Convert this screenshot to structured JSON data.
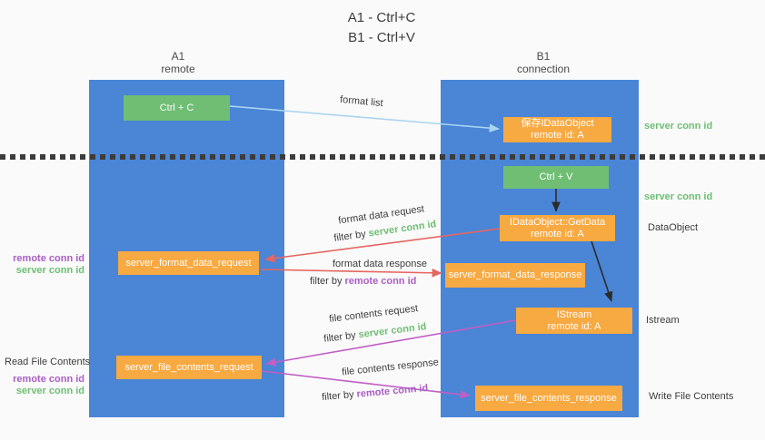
{
  "title": {
    "line1": "A1 - Ctrl+C",
    "line2": "B1 - Ctrl+V"
  },
  "lanes": {
    "a1": {
      "name": "A1",
      "subtitle": "remote"
    },
    "b1": {
      "name": "B1",
      "subtitle": "connection"
    }
  },
  "boxes": {
    "ctrl_c": {
      "label": "Ctrl + C"
    },
    "ctrl_v": {
      "label": "Ctrl + V"
    },
    "save_dataobject": {
      "line1": "保存IDataObject",
      "line2": "remote id: A"
    },
    "getdata": {
      "line1": "IDataObject::GetData",
      "line2": "remote id: A"
    },
    "istream": {
      "line1": "IStream",
      "line2": "remote id: A"
    },
    "format_request": {
      "label": "server_format_data_request"
    },
    "format_response": {
      "label": "server_format_data_response"
    },
    "file_request": {
      "label": "server_file_contents_request"
    },
    "file_response": {
      "label": "server_file_contents_response"
    }
  },
  "arrow_labels": {
    "format_list": "format list",
    "format_data_request": "format data request",
    "format_data_response": "format data response",
    "file_contents_request": "file contents request",
    "file_contents_response": "file contents response",
    "filter_by": "filter by ",
    "server_conn_id": "server conn id",
    "remote_conn_id": "remote conn id"
  },
  "right_annotations": {
    "server_conn_id_top": "server conn id",
    "server_conn_id_mid": "server conn id",
    "dataobject": "DataObject",
    "istream": "Istream",
    "write_file_contents": "Write File Contents"
  },
  "left_annotations": {
    "remote_conn_id_1": "remote conn id",
    "server_conn_id_1": "server conn id",
    "read_file_contents": "Read File Contents",
    "remote_conn_id_2": "remote conn id",
    "server_conn_id_2": "server conn id"
  },
  "colors": {
    "lane_blue": "#4a85d6",
    "box_green": "#6fbe74",
    "box_orange": "#f7a942",
    "arrow_blue": "#a9d5f0",
    "arrow_red": "#e66660",
    "arrow_magenta": "#c05fc5",
    "arrow_black": "#2b2b2b",
    "text_green": "#6fbe74",
    "text_purple": "#ab5ec4",
    "text_dark": "#3d3d3d"
  }
}
